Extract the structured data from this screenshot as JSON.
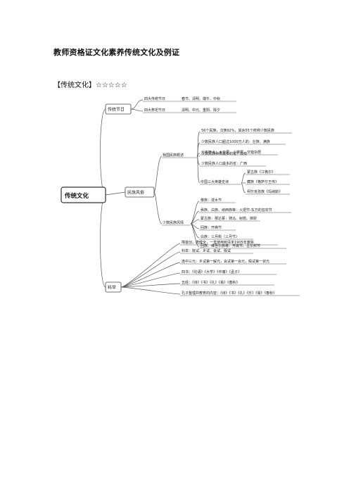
{
  "doc": {
    "title": "教师资格证文化素养传统文化及例证",
    "heading": "【传统文化】☆☆☆☆☆"
  },
  "map": {
    "root": "传统文化",
    "festivals": {
      "label": "传统节日",
      "items": [
        {
          "name": "四大传统节日",
          "value": "春节、清明、端午、中秋"
        },
        {
          "name": "四大祭祀节日",
          "value": "清明、中元、重阳、除夕"
        }
      ]
    },
    "customs": {
      "label": "民族风俗",
      "overview": {
        "label": "我国民族概述",
        "items": [
          "56个民族，汉族92%，其余55个统称少数民族",
          "少数民族人口超过1000万人的：壮族、满族",
          "分布特点：大杂居、小聚居、交错杂居",
          "少数民族种类最多的省：云南",
          "少数民族人口最多的省：广西"
        ],
        "epics": {
          "label": "中国三大英雄史诗",
          "items": [
            "蒙古族《江格尔》",
            "藏族《格萨尔王传》",
            "柯尔克孜族《玛纳斯》"
          ]
        }
      },
      "festivals": {
        "label": "少数民族风情",
        "items": [
          "傣族：泼水节",
          "彝族、白族、纳西族等：火把节-东方的狂欢节",
          "蒙古族：那达慕：骑马、射箭、摔跤",
          "回族：开斋节",
          "白族：三月街（三月节）",
          "回族、维吾尔族等：开斋节、古尔邦节"
        ]
      }
    },
    "exam": {
      "label": "科举",
      "items": [
        "隋首创，唐健全，一直使用到清末1905年废除",
        "科举：院试、乡试、会试、殿试",
        "连中三元：乡试第一解元，会试第一会元，殿试第一状元",
        "四书：《论语》《大学》《中庸》《孟子》",
        "五经：《诗》《书》《礼》《易》《春秋》",
        "孔子整理并教育的内容：《诗》《书》《礼》《乐》《易》《春秋》"
      ]
    }
  }
}
